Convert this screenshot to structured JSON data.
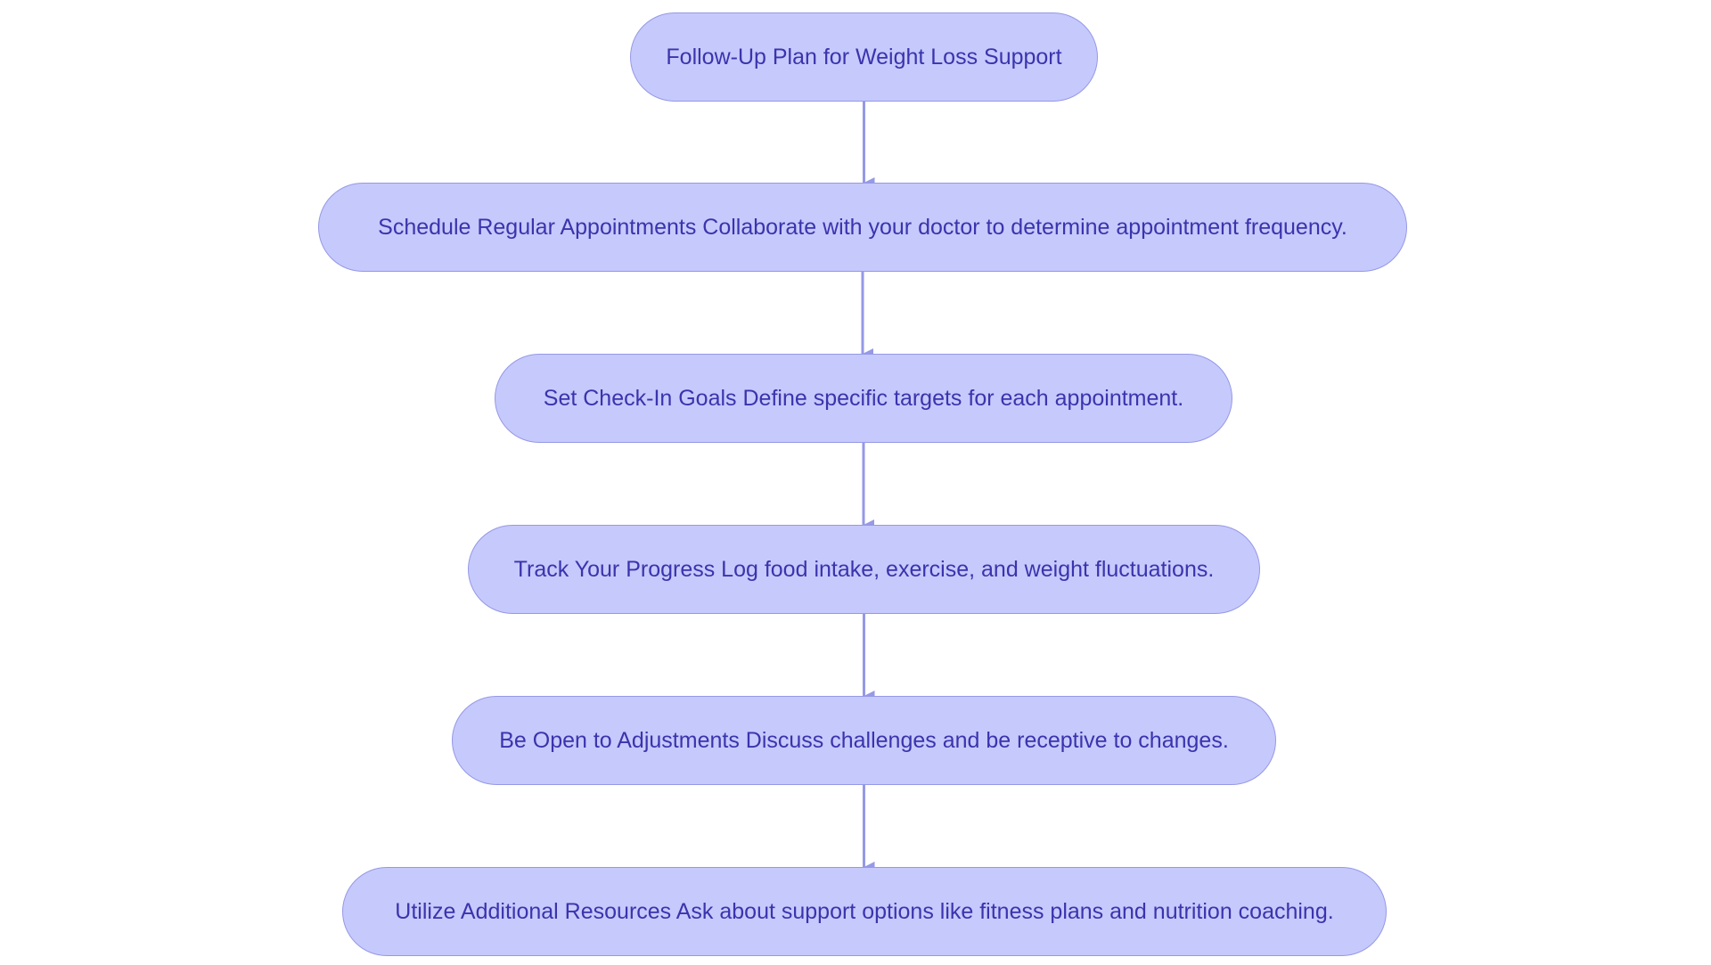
{
  "colors": {
    "node_fill": "#c6c9fc",
    "node_border": "#9599e6",
    "text": "#3a34ad",
    "connector": "#9599e6",
    "background": "#ffffff"
  },
  "flowchart": {
    "nodes": [
      {
        "id": "n0",
        "label": "Follow-Up Plan for Weight Loss Support"
      },
      {
        "id": "n1",
        "label": "Schedule Regular Appointments Collaborate with your doctor to determine appointment frequency."
      },
      {
        "id": "n2",
        "label": "Set Check-In Goals Define specific targets for each appointment."
      },
      {
        "id": "n3",
        "label": "Track Your Progress Log food intake, exercise, and weight fluctuations."
      },
      {
        "id": "n4",
        "label": "Be Open to Adjustments Discuss challenges and be receptive to changes."
      },
      {
        "id": "n5",
        "label": "Utilize Additional Resources Ask about support options like fitness plans and nutrition coaching."
      }
    ],
    "edges": [
      {
        "from": "n0",
        "to": "n1"
      },
      {
        "from": "n1",
        "to": "n2"
      },
      {
        "from": "n2",
        "to": "n3"
      },
      {
        "from": "n3",
        "to": "n4"
      },
      {
        "from": "n4",
        "to": "n5"
      }
    ]
  }
}
